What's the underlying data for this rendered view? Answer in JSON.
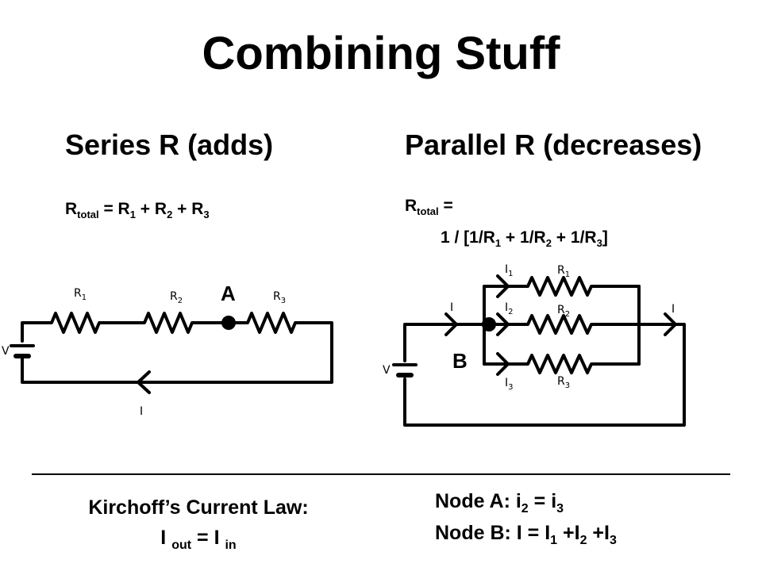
{
  "title": "Combining Stuff",
  "series": {
    "heading": "Series R (adds)",
    "formula": {
      "r": "R",
      "total": "total",
      "eq_r1": " = R",
      "s1": "1",
      "plus_r2": " + R",
      "s2": "2",
      "plus_r3": " + R",
      "s3": "3"
    },
    "circuit": {
      "r1_label": "R",
      "r1_sub": "1",
      "r2_label": "R",
      "r2_sub": "2",
      "r3_label": "R",
      "r3_sub": "3",
      "voltage_label": "V",
      "current_label": "I",
      "node_label": "A"
    }
  },
  "parallel": {
    "heading": "Parallel R (decreases)",
    "formula": {
      "r": "R",
      "total": "total",
      "eq": " =",
      "line2_a": "1 / [1/R",
      "s1": "1",
      "line2_b": " + 1/R",
      "s2": "2",
      "line2_c": " + 1/R",
      "s3": "3",
      "line2_d": "]"
    },
    "circuit": {
      "i1_label": "I",
      "i1_sub": "1",
      "i2_label": "I",
      "i2_sub": "2",
      "i3_label": "I",
      "i3_sub": "3",
      "r1_label": "R",
      "r1_sub": "1",
      "r2_label": "R",
      "r2_sub": "2",
      "r3_label": "R",
      "r3_sub": "3",
      "current_in_label": "I",
      "current_out_label": "I",
      "voltage_label": "V",
      "node_label": "B"
    }
  },
  "kcl": {
    "line1": "Kirchoff’s Current Law:",
    "i_out": "I",
    "out": "out",
    "eq": " = I",
    "in": "in"
  },
  "nodes": {
    "a_prefix": "Node A: i",
    "a_s2": "2",
    "a_eq": " = i",
    "a_s3": "3",
    "b_prefix": "Node B: I = I",
    "b_s1": "1",
    "b_p2": " +I",
    "b_s2": "2",
    "b_p3": " +I",
    "b_s3": "3"
  },
  "colors": {
    "ink": "#000000",
    "background": "#ffffff"
  }
}
